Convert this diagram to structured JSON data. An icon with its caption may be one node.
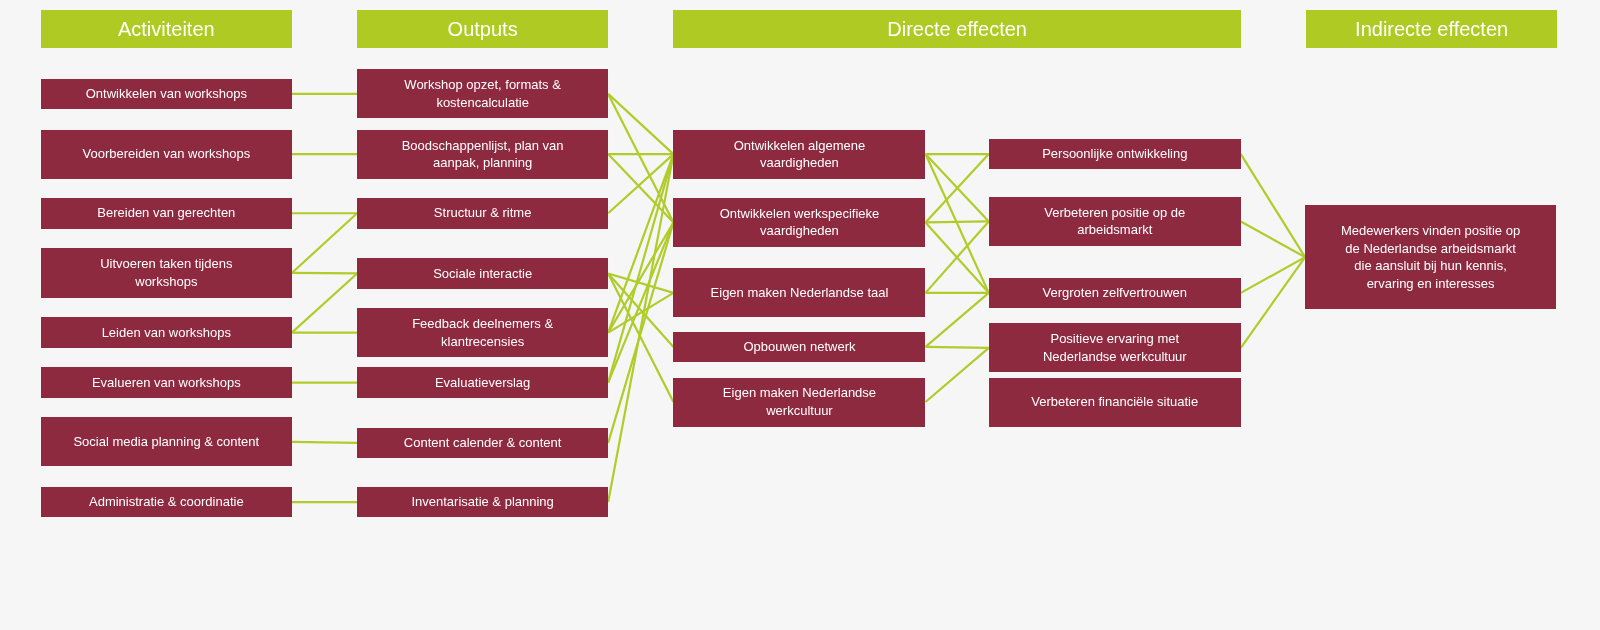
{
  "diagram": {
    "nodes": [
      {
        "text": [
          "Activiteiten"
        ]
      },
      {
        "text": [
          "Outputs"
        ]
      },
      {
        "text": [
          "Directe effecten"
        ]
      },
      {
        "text": [
          "Indirecte effecten"
        ]
      },
      {
        "text": [
          "Ontwikkelen van workshops"
        ]
      },
      {
        "text": [
          "Voorbereiden van workshops"
        ]
      },
      {
        "text": [
          "Bereiden van gerechten"
        ]
      },
      {
        "text": [
          "Uitvoeren taken tijdens workshops"
        ]
      },
      {
        "text": [
          "Leiden van workshops"
        ]
      },
      {
        "text": [
          "Evalueren van workshops"
        ]
      },
      {
        "text": [
          "Social media planning & content"
        ]
      },
      {
        "text": [
          "Administratie & coordinatie"
        ]
      },
      {
        "text": [
          "Workshop opzet, formats & kostencalculatie"
        ]
      },
      {
        "text": [
          "Boodschappenlijst, plan van aanpak, planning"
        ]
      },
      {
        "text": [
          "Structuur & ritme"
        ]
      },
      {
        "text": [
          "Sociale interactie"
        ]
      },
      {
        "text": [
          "Feedback deelnemers & klantrecensies"
        ]
      },
      {
        "text": [
          "Evaluatieverslag"
        ]
      },
      {
        "text": [
          "Content calender & content"
        ]
      },
      {
        "text": [
          "Inventarisatie & planning"
        ]
      },
      {
        "text": [
          "Ontwikkelen algemene vaardigheden"
        ]
      },
      {
        "text": [
          "Ontwikkelen werkspecifieke vaardigheden"
        ]
      },
      {
        "text": [
          "Eigen maken Nederlandse taal"
        ]
      },
      {
        "text": [
          "Opbouwen netwerk"
        ]
      },
      {
        "text": [
          "Eigen maken Nederlandse werkcultuur"
        ]
      },
      {
        "text": [
          "Persoonlijke ontwikkeling"
        ]
      },
      {
        "text": [
          "Verbeteren positie op de arbeidsmarkt"
        ]
      },
      {
        "text": [
          "Vergroten zelfvertrouwen"
        ]
      },
      {
        "text": [
          "Positieve ervaring met Nederlandse werkcultuur"
        ]
      },
      {
        "text": [
          "Verbeteren financiële situatie"
        ]
      },
      {
        "text": [
          "Medewerkers vinden positie op de Nederlandse arbeidsmarkt die aansluit bij hun kennis, ervaring en interesses"
        ]
      }
    ],
    "edges": [
      {
        "from": 4,
        "to": 12,
        "arrow": "none"
      },
      {
        "from": 5,
        "to": 13,
        "arrow": "none"
      },
      {
        "from": 6,
        "to": 14,
        "arrow": "none"
      },
      {
        "from": 7,
        "to": 14,
        "arrow": "none"
      },
      {
        "from": 7,
        "to": 15,
        "arrow": "none"
      },
      {
        "from": 8,
        "to": 15,
        "arrow": "none"
      },
      {
        "from": 8,
        "to": 16,
        "arrow": "none"
      },
      {
        "from": 9,
        "to": 17,
        "arrow": "none"
      },
      {
        "from": 10,
        "to": 18,
        "arrow": "none"
      },
      {
        "from": 11,
        "to": 19,
        "arrow": "none"
      },
      {
        "from": 12,
        "to": 20,
        "arrow": "none"
      },
      {
        "from": 12,
        "to": 21,
        "arrow": "none"
      },
      {
        "from": 13,
        "to": 20,
        "arrow": "none"
      },
      {
        "from": 13,
        "to": 21,
        "arrow": "none"
      },
      {
        "from": 14,
        "to": 20,
        "arrow": "none"
      },
      {
        "from": 15,
        "to": 22,
        "arrow": "none"
      },
      {
        "from": 15,
        "to": 23,
        "arrow": "none"
      },
      {
        "from": 15,
        "to": 24,
        "arrow": "none"
      },
      {
        "from": 16,
        "to": 20,
        "arrow": "none"
      },
      {
        "from": 16,
        "to": 21,
        "arrow": "none"
      },
      {
        "from": 16,
        "to": 22,
        "arrow": "none"
      },
      {
        "from": 17,
        "to": 20,
        "arrow": "none"
      },
      {
        "from": 17,
        "to": 21,
        "arrow": "none"
      },
      {
        "from": 18,
        "to": 21,
        "arrow": "none"
      },
      {
        "from": 19,
        "to": 20,
        "arrow": "none"
      },
      {
        "from": 20,
        "to": 25,
        "arrow": "none"
      },
      {
        "from": 20,
        "to": 26,
        "arrow": "none"
      },
      {
        "from": 20,
        "to": 27,
        "arrow": "none"
      },
      {
        "from": 21,
        "to": 25,
        "arrow": "none"
      },
      {
        "from": 21,
        "to": 26,
        "arrow": "none"
      },
      {
        "from": 21,
        "to": 27,
        "arrow": "none"
      },
      {
        "from": 22,
        "to": 26,
        "arrow": "none"
      },
      {
        "from": 22,
        "to": 27,
        "arrow": "none"
      },
      {
        "from": 23,
        "to": 27,
        "arrow": "none"
      },
      {
        "from": 23,
        "to": 28,
        "arrow": "none"
      },
      {
        "from": 24,
        "to": 28,
        "arrow": "none"
      },
      {
        "from": 25,
        "to": 30,
        "arrow": "none"
      },
      {
        "from": 26,
        "to": 30,
        "arrow": "none"
      },
      {
        "from": 27,
        "to": 30,
        "arrow": "none"
      },
      {
        "from": 28,
        "to": 30,
        "arrow": "none"
      }
    ]
  }
}
